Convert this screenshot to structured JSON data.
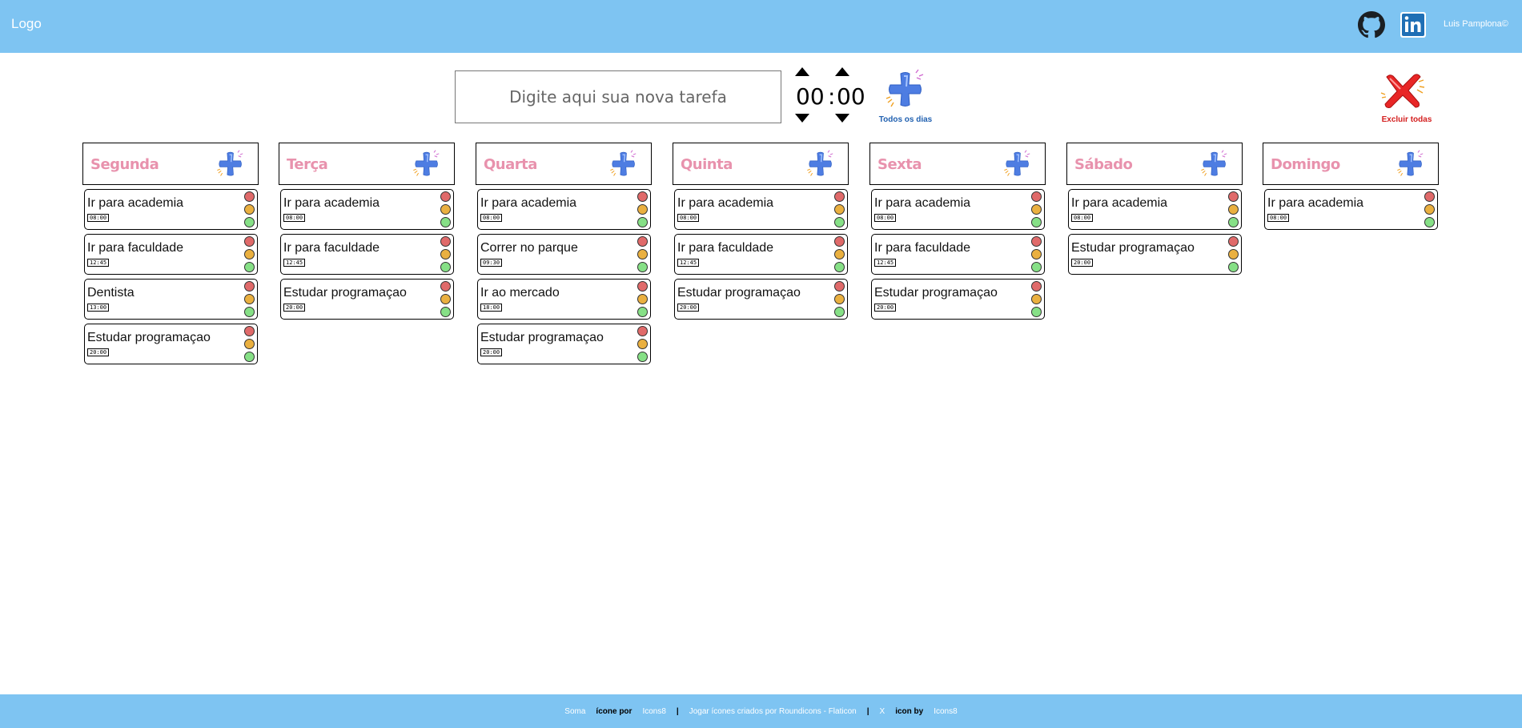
{
  "header": {
    "logo": "Logo",
    "author": "Luis Pamplona©",
    "github_icon": "github-icon",
    "linkedin_icon": "linkedin-icon"
  },
  "input": {
    "placeholder": "Digite aqui sua nova tarefa"
  },
  "time": {
    "hours": "00",
    "separator": ":",
    "minutes": "00"
  },
  "add_all": {
    "label": "Todos os dias",
    "icon": "plus-icon"
  },
  "delete_all": {
    "label": "Excluir todas",
    "icon": "x-icon"
  },
  "days": [
    {
      "name": "Segunda",
      "tasks": [
        {
          "name": "Ir para academia",
          "time": "08:00"
        },
        {
          "name": "Ir para faculdade",
          "time": "12:45"
        },
        {
          "name": "Dentista",
          "time": "13:00"
        },
        {
          "name": "Estudar programaçao",
          "time": "20:00"
        }
      ]
    },
    {
      "name": "Terça",
      "tasks": [
        {
          "name": "Ir para academia",
          "time": "08:00"
        },
        {
          "name": "Ir para faculdade",
          "time": "12:45"
        },
        {
          "name": "Estudar programaçao",
          "time": "20:00"
        }
      ]
    },
    {
      "name": "Quarta",
      "tasks": [
        {
          "name": "Ir para academia",
          "time": "08:00"
        },
        {
          "name": "Correr no parque",
          "time": "09:30"
        },
        {
          "name": "Ir ao mercado",
          "time": "18:00"
        },
        {
          "name": "Estudar programaçao",
          "time": "20:00"
        }
      ]
    },
    {
      "name": "Quinta",
      "tasks": [
        {
          "name": "Ir para academia",
          "time": "08:00"
        },
        {
          "name": "Ir para faculdade",
          "time": "12:45"
        },
        {
          "name": "Estudar programaçao",
          "time": "20:00"
        }
      ]
    },
    {
      "name": "Sexta",
      "tasks": [
        {
          "name": "Ir para academia",
          "time": "08:00"
        },
        {
          "name": "Ir para faculdade",
          "time": "12:45"
        },
        {
          "name": "Estudar programaçao",
          "time": "20:00"
        }
      ]
    },
    {
      "name": "Sábado",
      "tasks": [
        {
          "name": "Ir para academia",
          "time": "08:00"
        },
        {
          "name": "Estudar programaçao",
          "time": "20:00"
        }
      ]
    },
    {
      "name": "Domingo",
      "tasks": [
        {
          "name": "Ir para academia",
          "time": "08:00"
        }
      ]
    }
  ],
  "colors": {
    "bar": "#7ec4f2",
    "day_title": "#e892ad",
    "priority_high": "#e06a6a",
    "priority_mid": "#eab040",
    "priority_low": "#86e086"
  },
  "footer": {
    "soma": "Soma",
    "icone_por": "ícone por",
    "icons8_a": "Icons8",
    "sep1": "|",
    "jogar": "Jogar ícones criados por Roundicons - Flaticon",
    "sep2": "|",
    "x": "X",
    "icon_by": "icon by",
    "icons8_b": "Icons8"
  }
}
